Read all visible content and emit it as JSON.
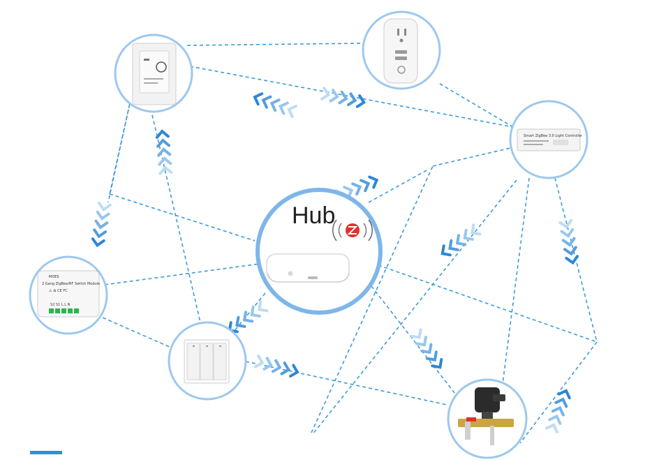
{
  "hub": {
    "label": "Hub"
  },
  "devices": {
    "switch_module": {
      "brand": "MOES",
      "title": "2 Gang ZigBee/RF Switch Module",
      "terminals": "S2 S1 L L N"
    },
    "light_controller": {
      "title": "Smart ZigBee 3.0 Light Controller"
    }
  },
  "colors": {
    "ring": "#9cc8ee",
    "hub_ring": "#7fb6ea",
    "dash": "#3a9bd9",
    "chevron_dark": "#2f86d4",
    "chevron_light": "#b9daf5",
    "zigbee_red": "#e0312b",
    "footer_bar": "#2a93d5"
  },
  "icons": [
    "thermostat-icon",
    "smart-plug-icon",
    "light-controller-icon",
    "zigbee-hub-icon",
    "switch-module-icon",
    "wall-switch-icon",
    "water-valve-icon",
    "zigbee-logo-icon"
  ]
}
